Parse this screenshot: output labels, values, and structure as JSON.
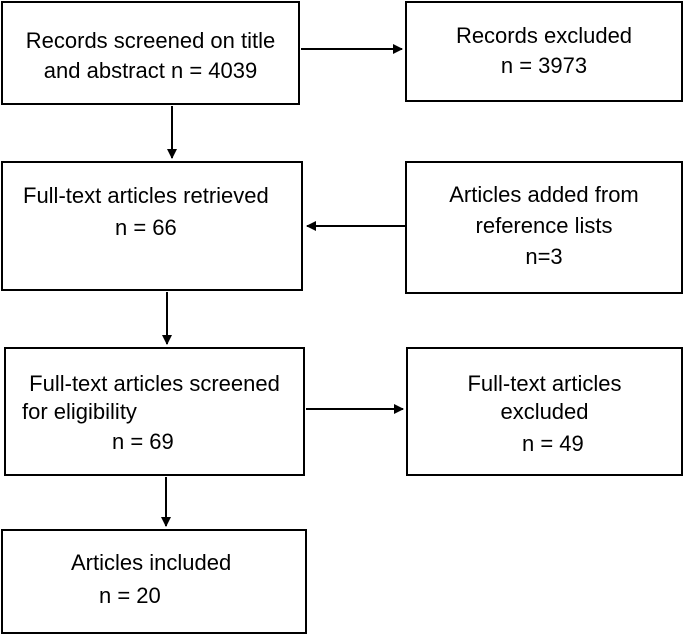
{
  "boxes": {
    "records_screened": {
      "lines": [
        "Records screened on title",
        "and abstract n = 4039"
      ]
    },
    "records_excluded": {
      "lines": [
        "Records excluded",
        "n = 3973"
      ]
    },
    "fulltext_retrieved": {
      "lines": [
        "Full-text articles retrieved",
        "n = 66"
      ]
    },
    "added_from_references": {
      "lines": [
        "Articles added from",
        "reference lists",
        "n=3"
      ]
    },
    "screened_for_eligibility": {
      "lines": [
        "Full-text articles screened",
        "for eligibility",
        "n = 69"
      ]
    },
    "fulltext_excluded": {
      "lines": [
        "Full-text articles",
        "excluded",
        "n = 49"
      ]
    },
    "articles_included": {
      "lines": [
        "Articles included",
        "n = 20"
      ]
    }
  }
}
